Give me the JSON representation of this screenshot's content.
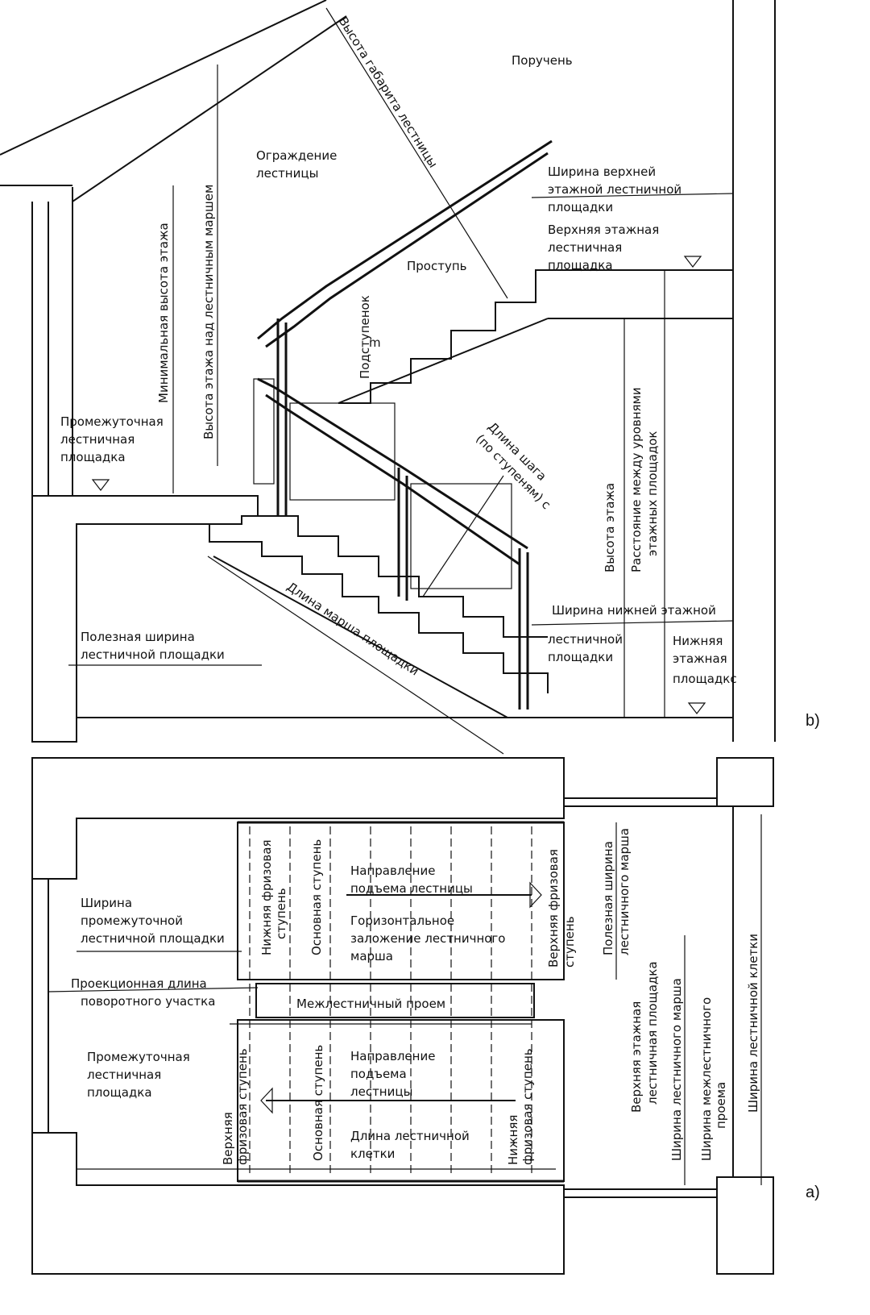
{
  "section_b": {
    "tag": "b)",
    "gabarit_height": "Высота габарита лестницы",
    "handrail": "Поручень",
    "railing": [
      "Ограждение",
      "лестницы"
    ],
    "upper_landing_width": [
      "Ширина верхней",
      "этажной лестничной",
      "площадки"
    ],
    "upper_landing": [
      "Верхняя этажная",
      "лестничная",
      "площадка"
    ],
    "min_floor_height": "Минимальная высота этажа",
    "height_over_flight": "Высота этажа над лестничным маршем",
    "tread": "Проступь",
    "riser": "Подступенок",
    "riser_symbol": "m",
    "intermediate_landing": [
      "Промежуточная",
      "лестничная",
      "площадка"
    ],
    "step_length": [
      "Длина шага",
      "(по ступеням) c"
    ],
    "floor_height": "Высота этажа",
    "level_distance": [
      "Расстояние между уровнями",
      "этажных площадок"
    ],
    "lower_landing_width": [
      "Ширина нижней этажной",
      "лестничной",
      "площадки"
    ],
    "lower_landing": [
      "Нижняя",
      "этажная",
      "площадкс"
    ],
    "useful_landing_width": [
      "Полезная ширина",
      "лестничной площадки"
    ],
    "flight_length": "Длина марша площадки"
  },
  "section_a": {
    "tag": "a)",
    "intermediate_landing_width": [
      "Ширина",
      "промежуточной",
      "лестничной площадки"
    ],
    "turn_projection": [
      "Проекционная длина",
      "поворотного участка"
    ],
    "intermediate_landing": [
      "Промежуточная",
      "лестничная",
      "площадка"
    ],
    "lower_frieze_step_top": [
      "Нижняя фризовая",
      "ступень"
    ],
    "main_step_top": "Основная ступень",
    "direction_top": [
      "Направление",
      "подъема лестницы"
    ],
    "horizontal_projection": [
      "Горизонтальное",
      "заложение лестничного",
      "марша"
    ],
    "upper_frieze_step_top": [
      "Верхняя фризовая",
      "ступень"
    ],
    "well_opening": "Межлестничный проем",
    "upper_frieze_step_bottom": [
      "Верхняя",
      "фризовая ступень"
    ],
    "main_step_bottom": "Основная ступень",
    "direction_bottom": [
      "Направление",
      "подъема",
      "лестницы"
    ],
    "stairwell_length": [
      "Длина лестничной",
      "клетки"
    ],
    "lower_frieze_step_bottom": [
      "Нижняя",
      "фризовая ступень"
    ],
    "useful_flight_width": [
      "Полезная ширина",
      "лестничного марша"
    ],
    "upper_landing": [
      "Верхняя этажная",
      "лестничная площадка"
    ],
    "flight_width": "Ширина лестничного марша",
    "well_width": [
      "Ширина межлестничного",
      "проема"
    ],
    "stairwell_width": "Ширина лестничной клетки"
  }
}
